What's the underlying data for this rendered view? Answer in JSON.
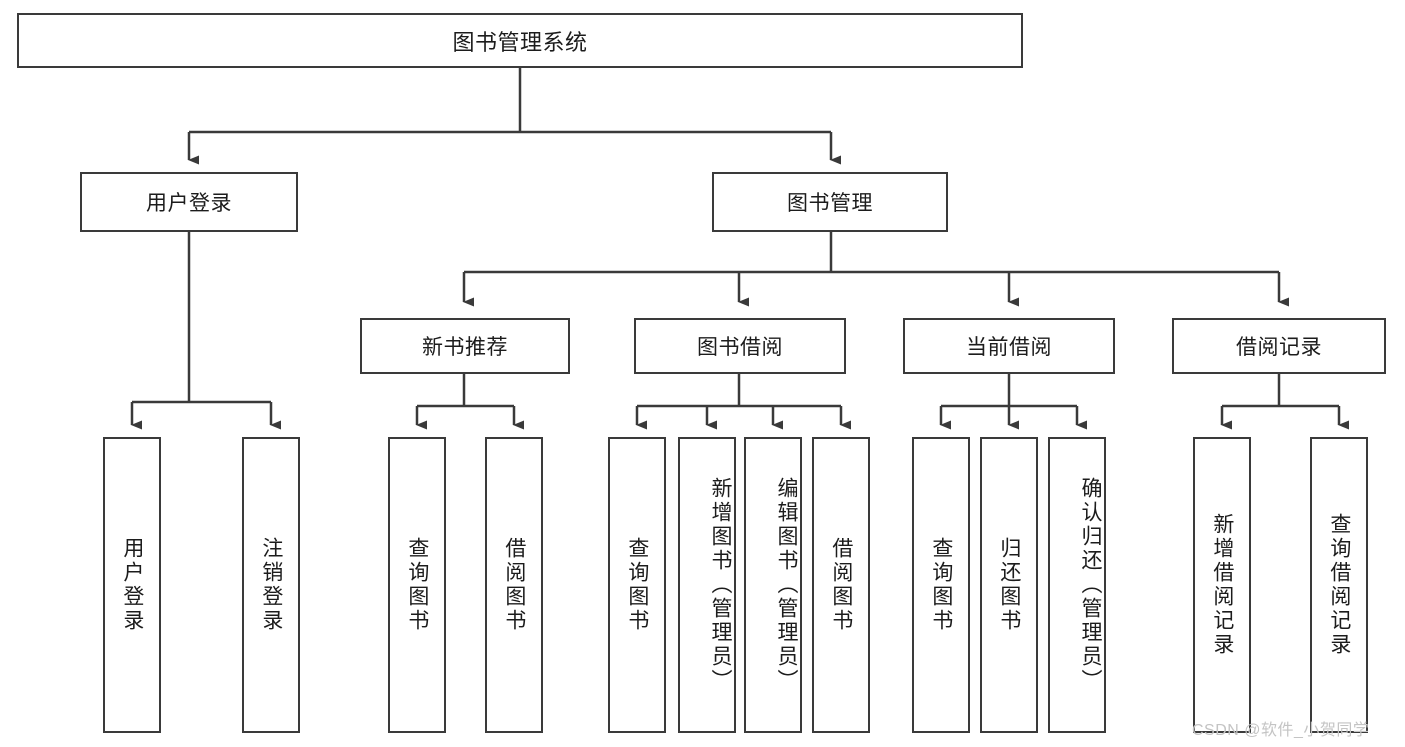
{
  "diagram": {
    "title": "图书管理系统",
    "type": "hierarchy-tree",
    "background_color": "#ffffff",
    "line_color": "#3a3a3a",
    "text_color": "#1c1c1c",
    "watermark": {
      "text": "CSDN @软件_小贺同学",
      "color": "#c4c4c4"
    },
    "levels": [
      {
        "level": 1,
        "nodes": [
          {
            "id": "root",
            "label": "图书管理系统"
          }
        ]
      },
      {
        "level": 2,
        "nodes": [
          {
            "id": "login",
            "label": "用户登录",
            "parent": "root"
          },
          {
            "id": "bookmgmt",
            "label": "图书管理",
            "parent": "root"
          }
        ]
      },
      {
        "level": 3,
        "nodes": [
          {
            "id": "newbook",
            "label": "新书推荐",
            "parent": "bookmgmt"
          },
          {
            "id": "borrow",
            "label": "图书借阅",
            "parent": "bookmgmt"
          },
          {
            "id": "current",
            "label": "当前借阅",
            "parent": "bookmgmt"
          },
          {
            "id": "record",
            "label": "借阅记录",
            "parent": "bookmgmt"
          }
        ]
      },
      {
        "level": 4,
        "nodes": [
          {
            "id": "leaf-user-login",
            "label": "用户登录",
            "parent": "login"
          },
          {
            "id": "leaf-user-logout",
            "label": "注销登录",
            "parent": "login"
          },
          {
            "id": "leaf-query-book-1",
            "label": "查询图书",
            "parent": "newbook"
          },
          {
            "id": "leaf-borrow-book-1",
            "label": "借阅图书",
            "parent": "newbook"
          },
          {
            "id": "leaf-query-book-2",
            "label": "查询图书",
            "parent": "borrow"
          },
          {
            "id": "leaf-add-book",
            "label": "新增图书（管理员）",
            "parent": "borrow"
          },
          {
            "id": "leaf-edit-book",
            "label": "编辑图书（管理员）",
            "parent": "borrow"
          },
          {
            "id": "leaf-borrow-book-2",
            "label": "借阅图书",
            "parent": "borrow"
          },
          {
            "id": "leaf-query-book-3",
            "label": "查询图书",
            "parent": "current"
          },
          {
            "id": "leaf-return-book",
            "label": "归还图书",
            "parent": "current"
          },
          {
            "id": "leaf-confirm-return",
            "label": "确认归还（管理员）",
            "parent": "current"
          },
          {
            "id": "leaf-add-record",
            "label": "新增借阅记录",
            "parent": "record"
          },
          {
            "id": "leaf-query-record",
            "label": "查询借阅记录",
            "parent": "record"
          }
        ]
      }
    ]
  }
}
